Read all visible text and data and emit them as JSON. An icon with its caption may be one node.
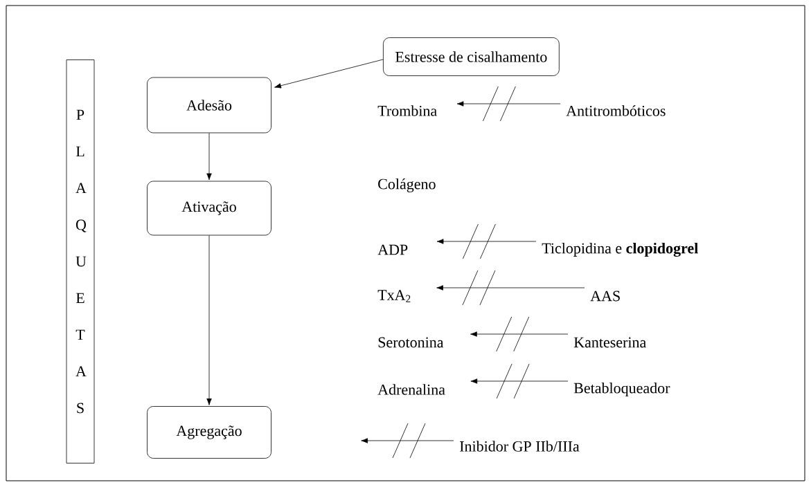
{
  "diagram": {
    "nodes": [
      {
        "text": [
          "Estresse de cisalhamento"
        ]
      },
      {
        "text": [
          "P L A Q U E T A S"
        ]
      },
      {
        "text": [
          "Adesão"
        ]
      },
      {
        "text": [
          "Ativação"
        ]
      },
      {
        "text": [
          "Agregação"
        ]
      },
      {
        "text": [
          "Trombina"
        ]
      },
      {
        "text": [
          "Antitrombóticos"
        ]
      },
      {
        "text": [
          "ADP"
        ]
      },
      {
        "text": [
          "Ticlopidina e **clopidogrel**"
        ]
      },
      {
        "text": [
          "TxA$_{2}$"
        ]
      },
      {
        "text": [
          "AAS"
        ]
      },
      {
        "text": [
          "Serotonina"
        ]
      },
      {
        "text": [
          "Kanteserina"
        ]
      },
      {
        "text": [
          "Adrenalina"
        ]
      },
      {
        "text": [
          "Betabloqueador"
        ]
      },
      {
        "text": [
          "Inibidor GP IIb/IIIa"
        ]
      }
    ],
    "edges": [
      {
        "from": 0,
        "to": 2,
        "arrow": "to"
      },
      {
        "from": 2,
        "to": 3,
        "arrow": "to"
      },
      {
        "from": 3,
        "to": 4,
        "arrow": "to"
      },
      {
        "from": 6,
        "to": 5,
        "arrow": "to"
      },
      {
        "from": 8,
        "to": 7,
        "arrow": "to"
      },
      {
        "from": 10,
        "to": 9,
        "arrow": "to"
      },
      {
        "from": 12,
        "to": 11,
        "arrow": "to"
      },
      {
        "from": 14,
        "to": 13,
        "arrow": "to"
      },
      {
        "from": 15,
        "to": null,
        "arrow": "to"
      }
    ],
    "labels": [
      "Colágeno"
    ]
  }
}
